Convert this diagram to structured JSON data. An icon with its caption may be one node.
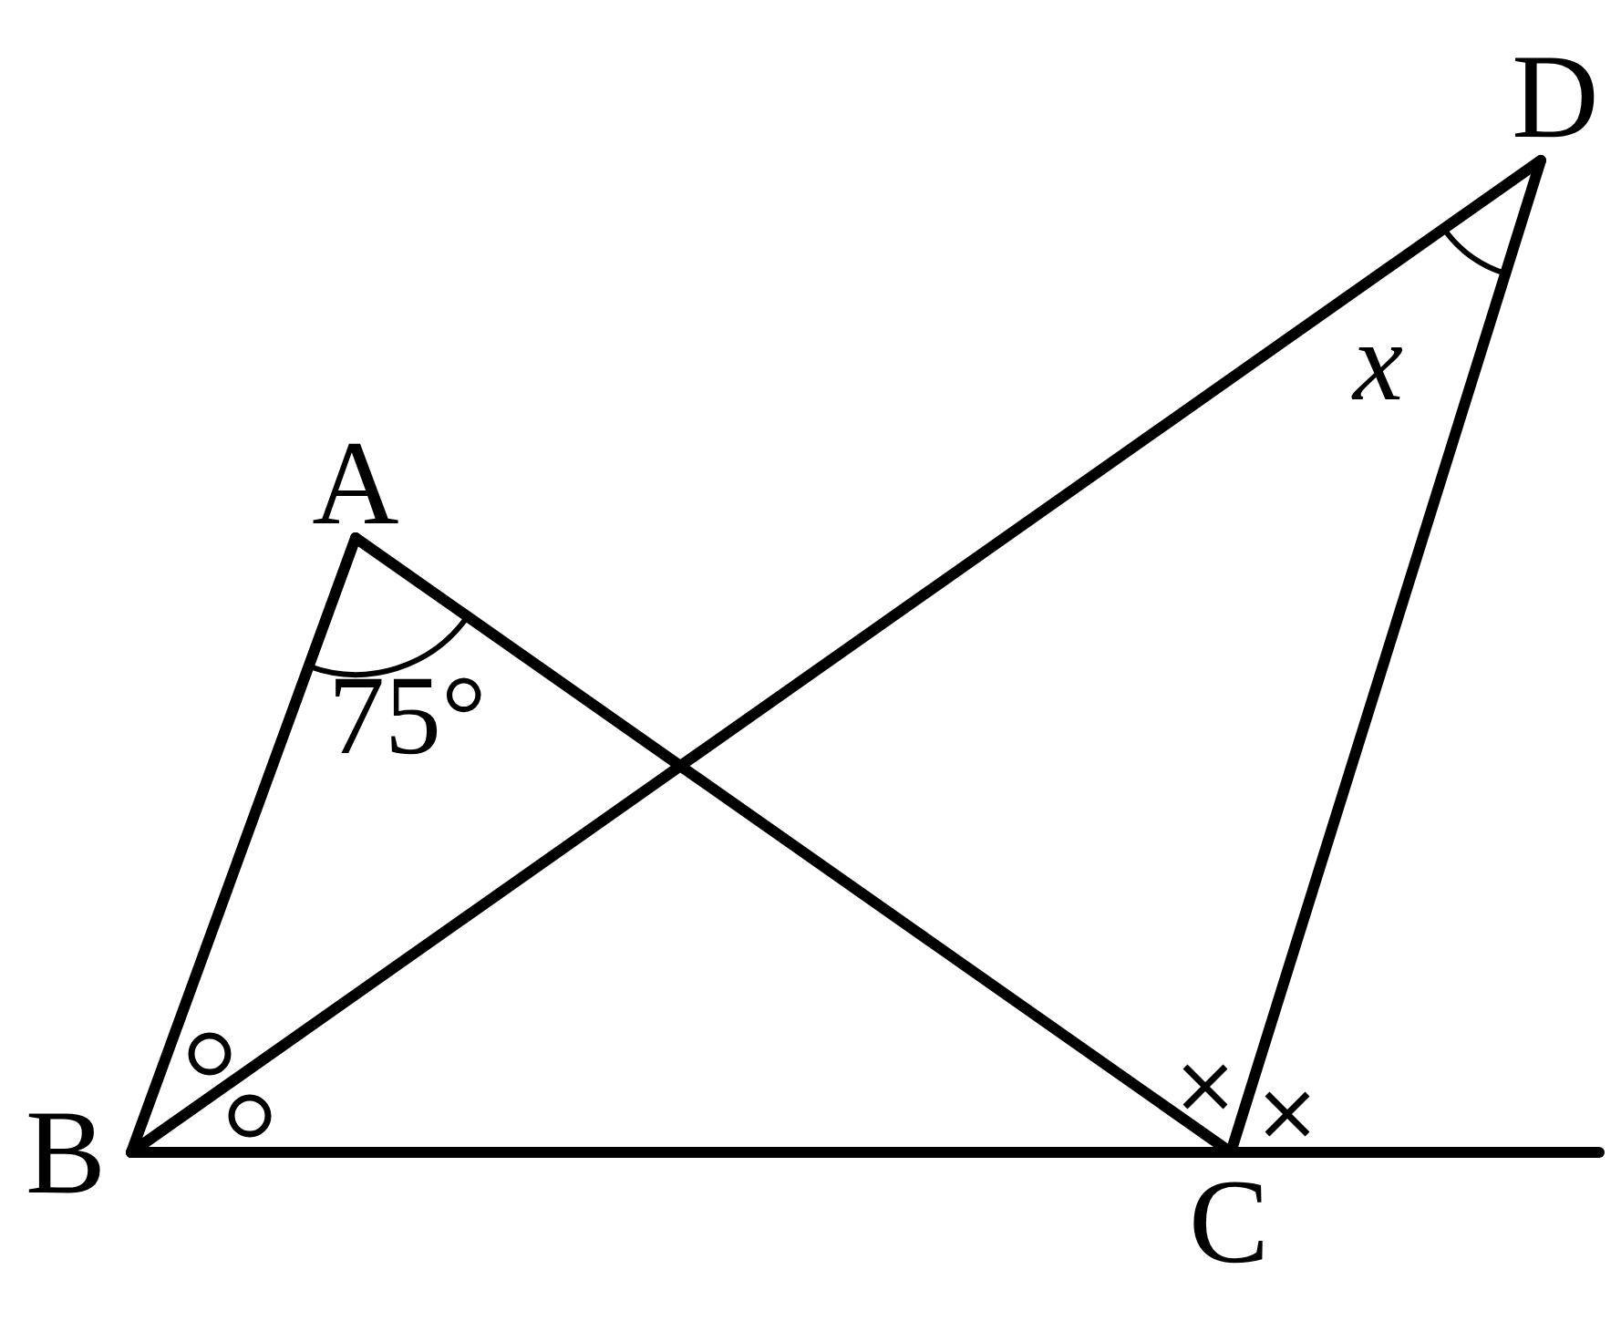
{
  "diagram": {
    "nodes": [
      {
        "text": [
          "A"
        ]
      },
      {
        "text": [
          "B"
        ]
      },
      {
        "text": [
          "C"
        ]
      },
      {
        "text": [
          "D"
        ]
      }
    ],
    "edges": [
      {
        "from": 0,
        "to": 1,
        "arrow": "none"
      },
      {
        "from": 0,
        "to": 2,
        "arrow": "none"
      },
      {
        "from": 1,
        "to": 3,
        "arrow": "none"
      },
      {
        "from": 1,
        "to": 2,
        "arrow": "none"
      },
      {
        "from": 2,
        "to": null,
        "arrow": "none"
      },
      {
        "from": 2,
        "to": 3,
        "arrow": "none"
      }
    ],
    "labels": [
      "75°",
      "x"
    ]
  }
}
